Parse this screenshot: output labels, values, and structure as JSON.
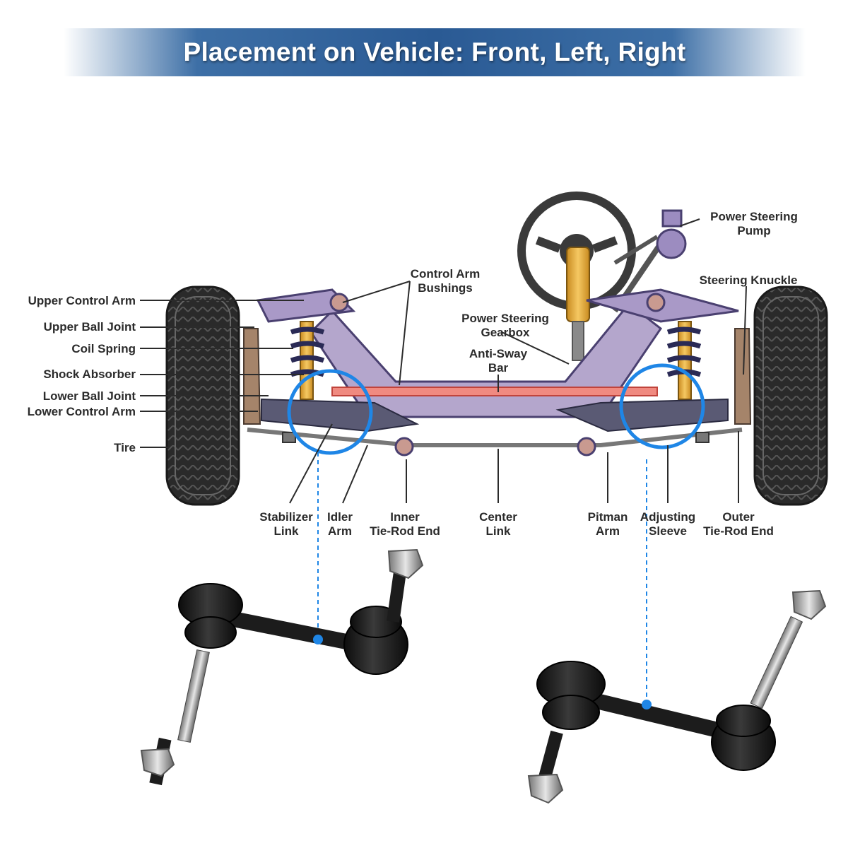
{
  "header": {
    "title": "Placement on Vehicle: Front, Left, Right"
  },
  "labels": {
    "upper_control_arm": "Upper Control Arm",
    "upper_ball_joint": "Upper Ball Joint",
    "coil_spring": "Coil Spring",
    "shock_absorber": "Shock Absorber",
    "lower_ball_joint": "Lower Ball Joint",
    "lower_control_arm": "Lower Control Arm",
    "tire": "Tire",
    "control_arm_bushings_1": "Control Arm",
    "control_arm_bushings_2": "Bushings",
    "power_steering_gearbox_1": "Power Steering",
    "power_steering_gearbox_2": "Gearbox",
    "anti_sway_bar_1": "Anti-Sway",
    "anti_sway_bar_2": "Bar",
    "power_steering_pump_1": "Power Steering",
    "power_steering_pump_2": "Pump",
    "steering_knuckle": "Steering Knuckle",
    "stabilizer_link_1": "Stabilizer",
    "stabilizer_link_2": "Link",
    "idler_arm_1": "Idler",
    "idler_arm_2": "Arm",
    "inner_tie_rod_1": "Inner",
    "inner_tie_rod_2": "Tie-Rod End",
    "center_link_1": "Center",
    "center_link_2": "Link",
    "pitman_arm_1": "Pitman",
    "pitman_arm_2": "Arm",
    "adjusting_sleeve_1": "Adjusting",
    "adjusting_sleeve_2": "Sleeve",
    "outer_tie_rod_1": "Outer",
    "outer_tie_rod_2": "Tie-Rod End"
  },
  "colors": {
    "banner": "#2a5a94",
    "highlight_circle": "#1f86e6",
    "frame": "#b4a6cc",
    "sway_bar": "#f08a80",
    "part_body": "#1c1c1c"
  }
}
